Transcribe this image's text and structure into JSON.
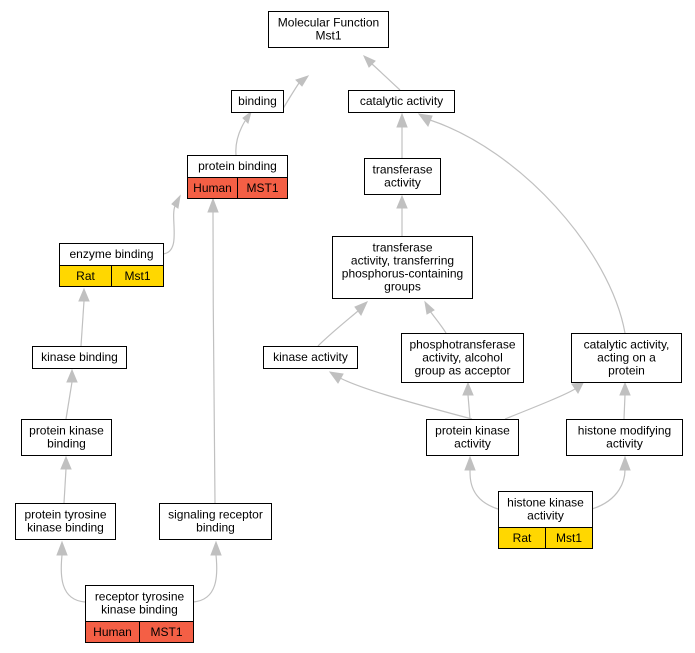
{
  "colors": {
    "human": "#f45f45",
    "rat": "#ffd700",
    "edge": "#c0c0c0",
    "border": "#000000"
  },
  "nodes": [
    {
      "id": "mf",
      "name": "node-molecular-function",
      "lines": [
        "Molecular Function",
        "Mst1"
      ]
    },
    {
      "id": "binding",
      "name": "node-binding",
      "lines": [
        "binding"
      ]
    },
    {
      "id": "catalytic",
      "name": "node-catalytic-activity",
      "lines": [
        "catalytic activity"
      ]
    },
    {
      "id": "protein_binding",
      "name": "node-protein-binding",
      "lines": [
        "protein binding"
      ],
      "annot": {
        "species": "Human",
        "gene": "MST1",
        "color": "human"
      }
    },
    {
      "id": "transferase",
      "name": "node-transferase-activity",
      "lines": [
        "transferase",
        "activity"
      ]
    },
    {
      "id": "enzyme_binding",
      "name": "node-enzyme-binding",
      "lines": [
        "enzyme binding"
      ],
      "annot": {
        "species": "Rat",
        "gene": "Mst1",
        "color": "rat"
      }
    },
    {
      "id": "transferase_phos",
      "name": "node-transferase-phosphorus",
      "lines": [
        "transferase",
        "activity, transferring",
        "phosphorus-containing",
        "groups"
      ]
    },
    {
      "id": "kinase_binding",
      "name": "node-kinase-binding",
      "lines": [
        "kinase binding"
      ]
    },
    {
      "id": "kinase_activity",
      "name": "node-kinase-activity",
      "lines": [
        "kinase activity"
      ]
    },
    {
      "id": "phosphotransferase",
      "name": "node-phosphotransferase-activity",
      "lines": [
        "phosphotransferase",
        "activity, alcohol",
        "group as acceptor"
      ]
    },
    {
      "id": "cat_protein",
      "name": "node-catalytic-acting-on-protein",
      "lines": [
        "catalytic activity,",
        "acting on a",
        "protein"
      ]
    },
    {
      "id": "pk_binding",
      "name": "node-protein-kinase-binding",
      "lines": [
        "protein kinase",
        "binding"
      ]
    },
    {
      "id": "pk_activity",
      "name": "node-protein-kinase-activity",
      "lines": [
        "protein kinase",
        "activity"
      ]
    },
    {
      "id": "histone_mod",
      "name": "node-histone-modifying-activity",
      "lines": [
        "histone modifying",
        "activity"
      ]
    },
    {
      "id": "ptk_binding",
      "name": "node-protein-tyrosine-kinase-binding",
      "lines": [
        "protein tyrosine",
        "kinase binding"
      ]
    },
    {
      "id": "sig_receptor",
      "name": "node-signaling-receptor-binding",
      "lines": [
        "signaling receptor",
        "binding"
      ]
    },
    {
      "id": "histone_kinase",
      "name": "node-histone-kinase-activity",
      "lines": [
        "histone kinase",
        "activity"
      ],
      "annot": {
        "species": "Rat",
        "gene": "Mst1",
        "color": "rat"
      }
    },
    {
      "id": "rtk_binding",
      "name": "node-receptor-tyrosine-kinase-binding",
      "lines": [
        "receptor tyrosine",
        "kinase binding"
      ],
      "annot": {
        "species": "Human",
        "gene": "MST1",
        "color": "human"
      }
    }
  ]
}
